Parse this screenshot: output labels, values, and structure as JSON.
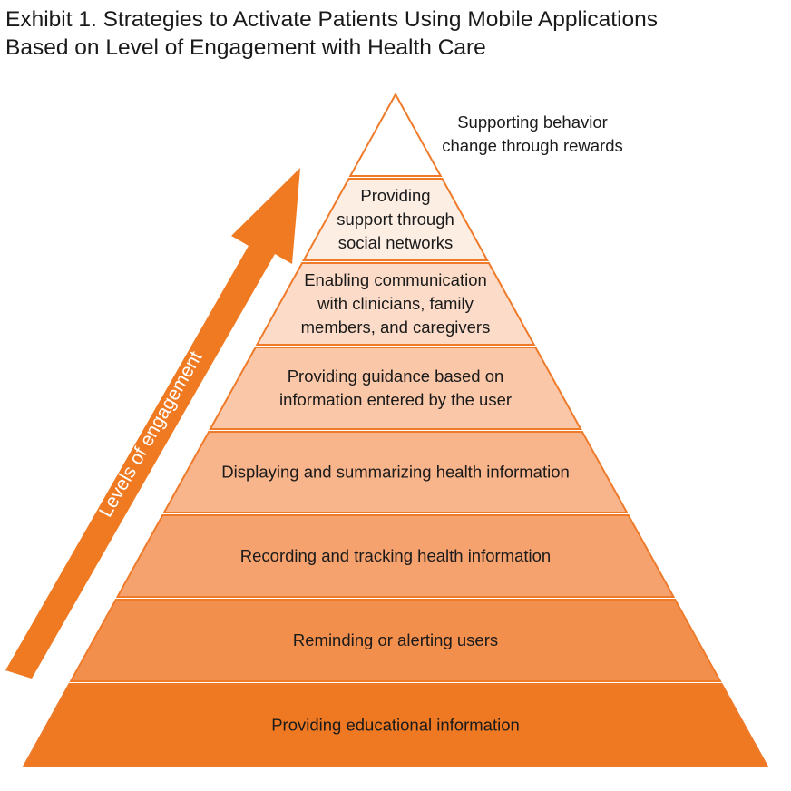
{
  "title": {
    "line1": "Exhibit 1. Strategies to Activate Patients Using Mobile Applications",
    "line2": "Based on Level of Engagement with Health Care"
  },
  "arrow_label": "Levels of engagement",
  "levels": [
    {
      "lines": [
        "Providing educational information"
      ],
      "fill": "#ef7923"
    },
    {
      "lines": [
        "Reminding or alerting users"
      ],
      "fill": "#f38f4c"
    },
    {
      "lines": [
        "Recording and tracking health information"
      ],
      "fill": "#f6a26e"
    },
    {
      "lines": [
        "Displaying and summarizing health information"
      ],
      "fill": "#f8b48b"
    },
    {
      "lines": [
        "Providing guidance based on",
        "information entered by the user"
      ],
      "fill": "#fac7a8"
    },
    {
      "lines": [
        "Enabling communication",
        "with clinicians, family",
        "members, and caregivers"
      ],
      "fill": "#fcdcc8"
    },
    {
      "lines": [
        "Providing",
        "support through",
        "social networks"
      ],
      "fill": "#fdeee4"
    },
    {
      "lines": [
        "Supporting behavior",
        "change through rewards"
      ],
      "fill": "#ffffff"
    }
  ],
  "colors": {
    "outline": "#ee7a2a",
    "arrow": "#f07a22"
  }
}
